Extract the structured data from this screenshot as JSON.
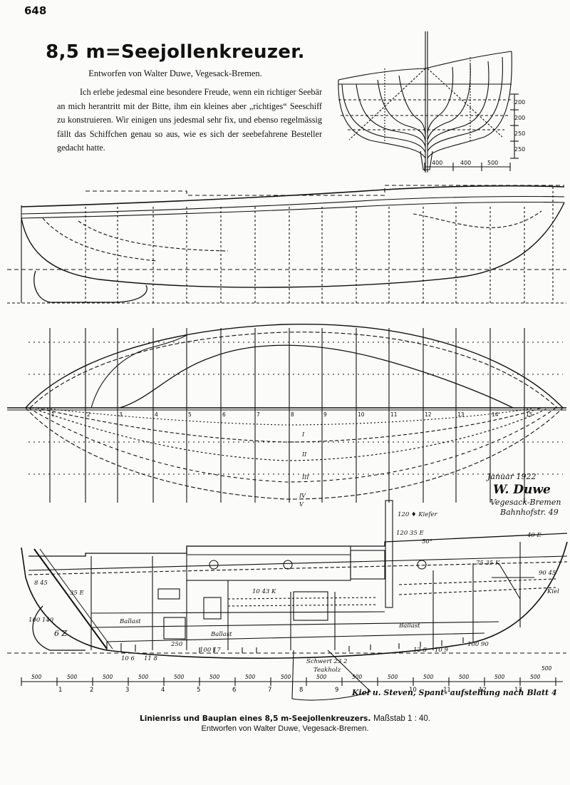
{
  "page": {
    "number": "648"
  },
  "article": {
    "title": "8,5 m=Seejollenkreuzer.",
    "byline": "Entworfen von Walter Duwe, Vegesack-Bremen.",
    "body": "Ich erlebe jedesmal eine besondere Freude, wenn ein richtiger Seebär an mich herantritt mit der Bitte, ihm ein kleines aber „richtiges“ Seeschiff zu konstruieren. Wir einigen uns jedesmal sehr fix, und ebenso regelmässig fällt das Schiffchen genau so aus, wie es sich der seebefahrene Besteller gedacht hatte."
  },
  "body_plan": {
    "height_labels": [
      "200",
      "200",
      "250",
      "250"
    ],
    "width_labels": [
      "400",
      "400",
      "500"
    ]
  },
  "lines_plan": {
    "station_numbers": [
      "1",
      "2",
      "3",
      "4",
      "5",
      "6",
      "7",
      "8",
      "9",
      "10",
      "11",
      "12",
      "13",
      "14",
      "15"
    ],
    "waterline_labels": [
      "I",
      "II",
      "III",
      "IV",
      "V"
    ]
  },
  "signature": {
    "date": "Januar 1922",
    "name": "W. Duwe",
    "place": "Vegesack-Bremen",
    "street": "Bahnhofstr. 49"
  },
  "construction_plan": {
    "annotations": {
      "ballast_1": "Ballast",
      "ballast_2": "Ballast",
      "ballast_3": "Ballast",
      "kiefer": "120 ♦ Kiefer",
      "mast_e": "120 35 E",
      "mast_k": "10 43 K",
      "deck_e": "40 E",
      "deck_k": "75 35 K",
      "keel_meas": "100 140",
      "right_meas": "90 45",
      "kiel": "Kiel",
      "sixty_z": "6 Z",
      "beam_1": "100 17",
      "frame_1": "10 6",
      "frame_2": "11 8",
      "frame_3": "12 8",
      "frame_4": "10 9",
      "aft_measure": "100 90",
      "stern_e": "8 45",
      "stem_label": "35 E",
      "centerboard": "Schwert 23 2",
      "teak": "Teakholz",
      "fifty": "50°",
      "two_fifty": "250",
      "note": "Kiel u. Steven, Spant- aufstellung nach Blatt 4"
    },
    "dimension_labels": [
      "500",
      "500",
      "500",
      "500",
      "500",
      "500",
      "500",
      "500",
      "500",
      "500",
      "500",
      "500",
      "500",
      "500",
      "500",
      "500"
    ],
    "frame_numbers": [
      "1",
      "2",
      "3",
      "4",
      "5",
      "6",
      "7",
      "8",
      "9",
      "10",
      "11",
      "12",
      "13"
    ]
  },
  "caption": {
    "main": "Linienriss und Bauplan eines 8,5 m-Seejollenkreuzers.",
    "scale": "Maßstab 1 : 40.",
    "byline": "Entworfen von Walter Duwe, Vegesack-Bremen."
  }
}
